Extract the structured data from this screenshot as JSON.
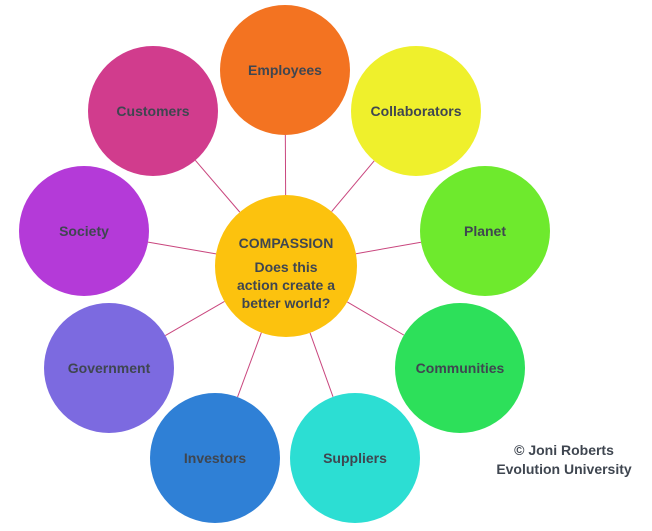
{
  "center": {
    "title": "COMPASSION",
    "lines": [
      "Does this",
      "action create a",
      "better world?"
    ],
    "color": "#fcc20e"
  },
  "petals": [
    {
      "label": "Employees",
      "color": "#f37321"
    },
    {
      "label": "Collaborators",
      "color": "#eff02c"
    },
    {
      "label": "Planet",
      "color": "#6eea2d"
    },
    {
      "label": "Communities",
      "color": "#2de05a"
    },
    {
      "label": "Suppliers",
      "color": "#2cded3"
    },
    {
      "label": "Investors",
      "color": "#2f80d6"
    },
    {
      "label": "Government",
      "color": "#7c6ae0"
    },
    {
      "label": "Society",
      "color": "#b43ad8"
    },
    {
      "label": "Customers",
      "color": "#d13c8d"
    }
  ],
  "connector_color": "#c9467e",
  "copyright": {
    "line1": "© Joni Roberts",
    "line2": "Evolution University"
  }
}
